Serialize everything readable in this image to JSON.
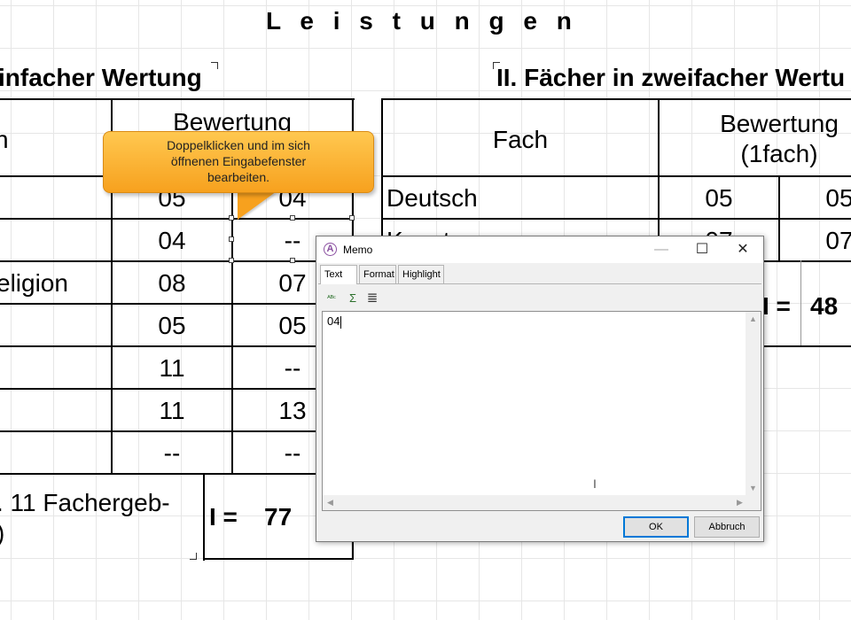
{
  "title": "L e i s t u n g e n",
  "section1": {
    "heading": "infacher Wertung",
    "header_left": "n",
    "header_bewertung": "Bewertung",
    "rows": [
      {
        "subject": "",
        "v1": "05",
        "v2": "04"
      },
      {
        "subject": "",
        "v1": "04",
        "v2": "--"
      },
      {
        "subject": "eligion",
        "v1": "08",
        "v2": "07"
      },
      {
        "subject": "",
        "v1": "05",
        "v2": "05"
      },
      {
        "subject": "",
        "v1": "11",
        "v2": "--"
      },
      {
        "subject": "",
        "v1": "11",
        "v2": "13"
      },
      {
        "subject": "",
        "v1": "--",
        "v2": "--"
      }
    ],
    "footer_text_1": ". 11 Fachergeb-",
    "footer_text_2": ")",
    "sum_label": "I =",
    "sum_value": "77"
  },
  "section2": {
    "heading": "II. Fächer in zweifacher Wertu",
    "header_fach": "Fach",
    "header_bewertung_1": "Bewertung",
    "header_bewertung_2": "(1fach)",
    "rows": [
      {
        "subject": "Deutsch",
        "v1": "05",
        "v2": "05"
      },
      {
        "subject": "Kunst",
        "v1": "07",
        "v2": "07"
      }
    ],
    "sum_label": "I =",
    "sum_value": "48"
  },
  "tooltip": {
    "line1": "Doppelklicken und im sich",
    "line2": "öffnenen Eingabefenster",
    "line3": "bearbeiten."
  },
  "dialog": {
    "title": "Memo",
    "app_icon": "A",
    "minimize_glyph": "—",
    "maximize_glyph": "☐",
    "close_glyph": "✕",
    "tabs": [
      {
        "label": "Text",
        "active": true
      },
      {
        "label": "Format",
        "active": false
      },
      {
        "label": "Highlight",
        "active": false
      }
    ],
    "toolbar_icons": [
      "spellcheck-icon",
      "sum-icon",
      "align-justify-icon"
    ],
    "toolbar_glyphs": {
      "spellcheck": "ᴬᴮᶜ",
      "sum": "Σ",
      "align": "≣"
    },
    "memo_value": "04",
    "ok_label": "OK",
    "cancel_label": "Abbruch"
  }
}
